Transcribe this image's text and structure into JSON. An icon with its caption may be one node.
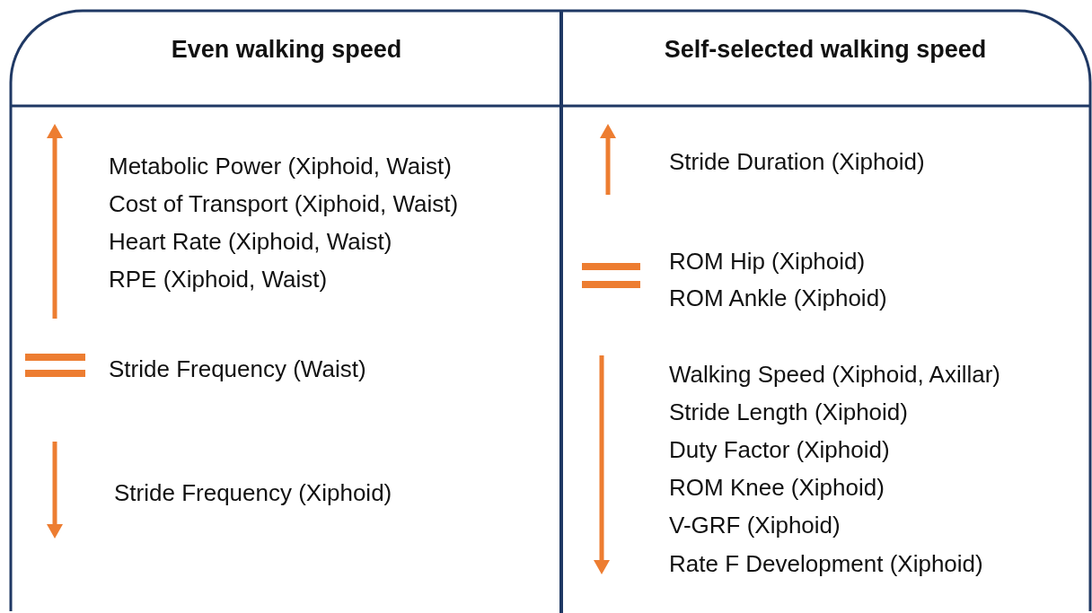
{
  "diagram": {
    "labels": [
      "Even walking speed",
      "Self-selected walking speed",
      "Metabolic Power (Xiphoid, Waist)",
      "Cost of Transport (Xiphoid, Waist)",
      "Heart Rate (Xiphoid, Waist)",
      "RPE (Xiphoid, Waist)",
      "Stride Frequency (Waist)",
      "Stride Frequency (Xiphoid)",
      "Stride Duration (Xiphoid)",
      "ROM Hip (Xiphoid)",
      "ROM Ankle (Xiphoid)",
      "Walking Speed (Xiphoid, Axillar)",
      "Stride Length (Xiphoid)",
      "Duty Factor (Xiphoid)",
      "ROM Knee (Xiphoid)",
      "V-GRF (Xiphoid)",
      "Rate F Development (Xiphoid)"
    ]
  }
}
